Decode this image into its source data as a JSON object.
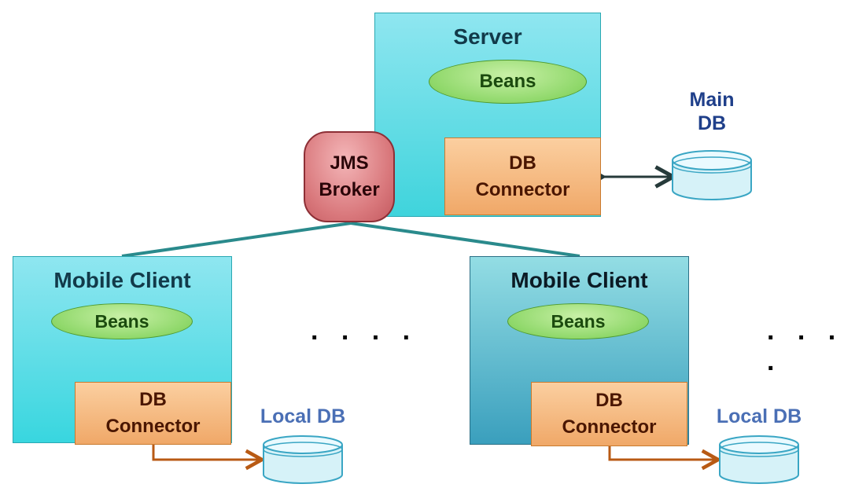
{
  "server": {
    "title": "Server",
    "beans": "Beans",
    "connector": [
      "DB",
      "Connector"
    ]
  },
  "jms": {
    "lines": [
      "JMS",
      "Broker"
    ]
  },
  "main_db": {
    "label": [
      "Main",
      "DB"
    ]
  },
  "clients": [
    {
      "title": "Mobile Client",
      "beans": "Beans",
      "connector": [
        "DB",
        "Connector"
      ],
      "db_label": "Local DB"
    },
    {
      "title": "Mobile Client",
      "beans": "Beans",
      "connector": [
        "DB",
        "Connector"
      ],
      "db_label": "Local DB"
    }
  ],
  "ellipsis": ". . . .",
  "colors": {
    "server": "#3fd4dc",
    "client_b": "#3a9fbd",
    "beans": "#8fd86a",
    "connector": "#f0a868",
    "jms": "#d9787c",
    "db": "#d6f2f8"
  }
}
